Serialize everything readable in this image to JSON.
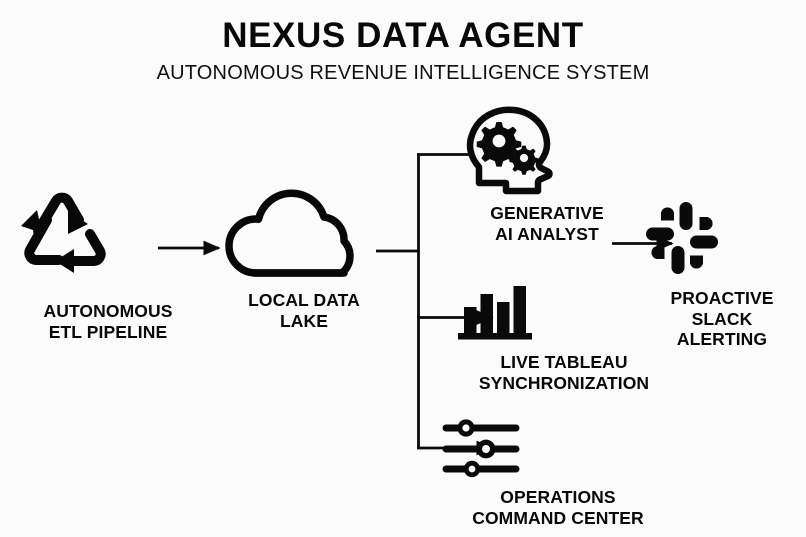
{
  "header": {
    "title": "NEXUS DATA AGENT",
    "subtitle": "AUTONOMOUS REVENUE INTELLIGENCE SYSTEM"
  },
  "colors": {
    "background": "#fbfbfb",
    "foreground": "#080808",
    "stroke": "#0a0a0a"
  },
  "diagram": {
    "type": "flow",
    "orientation": "left-to-right",
    "nodes": [
      {
        "id": "etl",
        "icon": "recycle-icon",
        "label": "AUTONOMOUS\nETL PIPELINE"
      },
      {
        "id": "lake",
        "icon": "cloud-icon",
        "label": "LOCAL DATA\nLAKE"
      },
      {
        "id": "ai",
        "icon": "head-gears-icon",
        "label": "GENERATIVE\nAI ANALYST"
      },
      {
        "id": "tableau",
        "icon": "bar-chart-icon",
        "label": "LIVE TABLEAU\nSYNCHRONIZATION"
      },
      {
        "id": "ops",
        "icon": "sliders-icon",
        "label": "OPERATIONS\nCOMMAND CENTER"
      },
      {
        "id": "slack",
        "icon": "slack-icon",
        "label": "PROACTIVE\nSLACK\nALERTING"
      }
    ],
    "edges": [
      {
        "id": "etl-to-lake",
        "from": "etl",
        "to": "lake",
        "style": "arrow"
      },
      {
        "id": "lake-to-branch",
        "from": "lake",
        "to": "branch",
        "style": "line"
      },
      {
        "id": "branch-to-ai",
        "from": "branch",
        "to": "ai",
        "style": "arrow"
      },
      {
        "id": "branch-to-tableau",
        "from": "branch",
        "to": "tableau",
        "style": "arrow"
      },
      {
        "id": "branch-to-ops",
        "from": "branch",
        "to": "ops",
        "style": "arrow"
      },
      {
        "id": "ai-to-slack",
        "from": "ai",
        "to": "slack",
        "style": "arrow"
      }
    ]
  }
}
